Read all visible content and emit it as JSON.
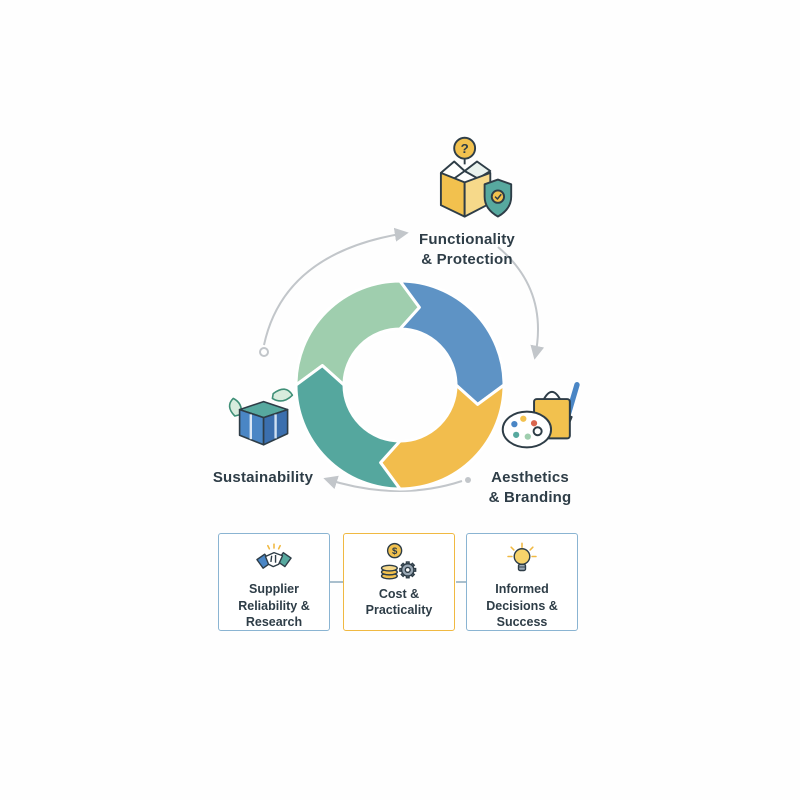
{
  "page": {
    "background": "#fefefe"
  },
  "diagram": {
    "type": "cycle-diagram",
    "ring": {
      "segments": [
        {
          "name": "top-left",
          "color": "#9fceae"
        },
        {
          "name": "top-right",
          "color": "#5e93c5"
        },
        {
          "name": "bottom-right",
          "color": "#f2bd4d"
        },
        {
          "name": "bottom-left",
          "color": "#55a79e"
        }
      ]
    },
    "connector_color": "#c2c6ca",
    "text_color": "#2e3d47",
    "nodes": [
      {
        "id": "functionality-protection",
        "lines": [
          "Functionality",
          "& Protection"
        ],
        "icon": "open-box-question-shield-icon",
        "position": "top"
      },
      {
        "id": "sustainability",
        "lines": [
          "Sustainability"
        ],
        "icon": "gift-box-leaves-icon",
        "position": "left"
      },
      {
        "id": "aesthetics-branding",
        "lines": [
          "Aesthetics",
          "& Branding"
        ],
        "icon": "palette-bag-brush-icon",
        "position": "right"
      }
    ],
    "bottom_boxes": [
      {
        "id": "supplier-reliability-research",
        "lines": [
          "Supplier",
          "Reliability &",
          "Research"
        ],
        "icon": "handshake-icon",
        "border_color": "#8ab4d2"
      },
      {
        "id": "cost-practicality",
        "lines": [
          "Cost &",
          "Practicality"
        ],
        "icon": "coins-gear-icon",
        "border_color": "#f0b942"
      },
      {
        "id": "informed-decisions-success",
        "lines": [
          "Informed",
          "Decisions &",
          "Success"
        ],
        "icon": "lightbulb-icon",
        "border_color": "#8ab4d2"
      }
    ],
    "icon_glyphs": {
      "question_mark": "?",
      "dollar_sign": "$"
    }
  }
}
